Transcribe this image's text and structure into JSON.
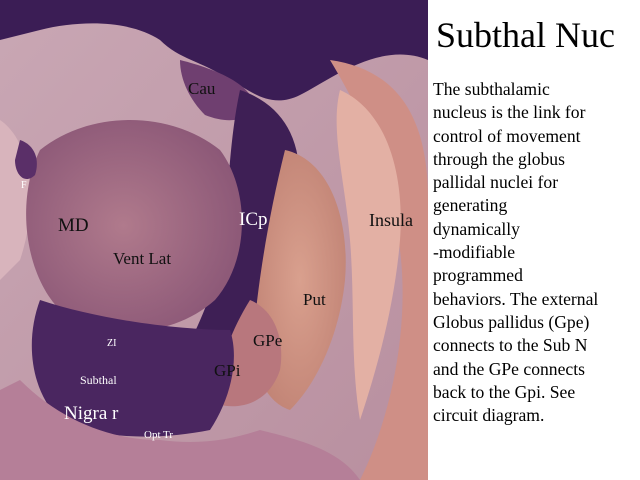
{
  "slide": {
    "title": "Subthal Nuc",
    "description_lines": [
      "The subthalamic",
      "nucleus is the link for",
      "control of movement",
      "through the globus",
      "pallidal nuclei for",
      "generating",
      "dynamically",
      "-modifiable",
      "programmed",
      "behaviors. The external",
      "Globus pallidus (Gpe)",
      "connects to the Sub N",
      "and the GPe connects",
      "back to the Gpi.  See",
      "circuit diagram."
    ]
  },
  "image_labels": {
    "cau": "Cau",
    "f": "F",
    "md": "MD",
    "icp": "ICp",
    "insula": "Insula",
    "vent_lat": "Vent Lat",
    "put": "Put",
    "gpe": "GPe",
    "zi": "ZI",
    "gpi": "GPi",
    "subthal": "Subthal",
    "nigra": "Nigra r",
    "opt_tr": "Opt Tr"
  },
  "colors": {
    "tissue_light": "#c89484",
    "tissue_mid": "#a86b7a",
    "stain_dark": "#3a1d52",
    "background_slide": "#d8b8c0"
  }
}
